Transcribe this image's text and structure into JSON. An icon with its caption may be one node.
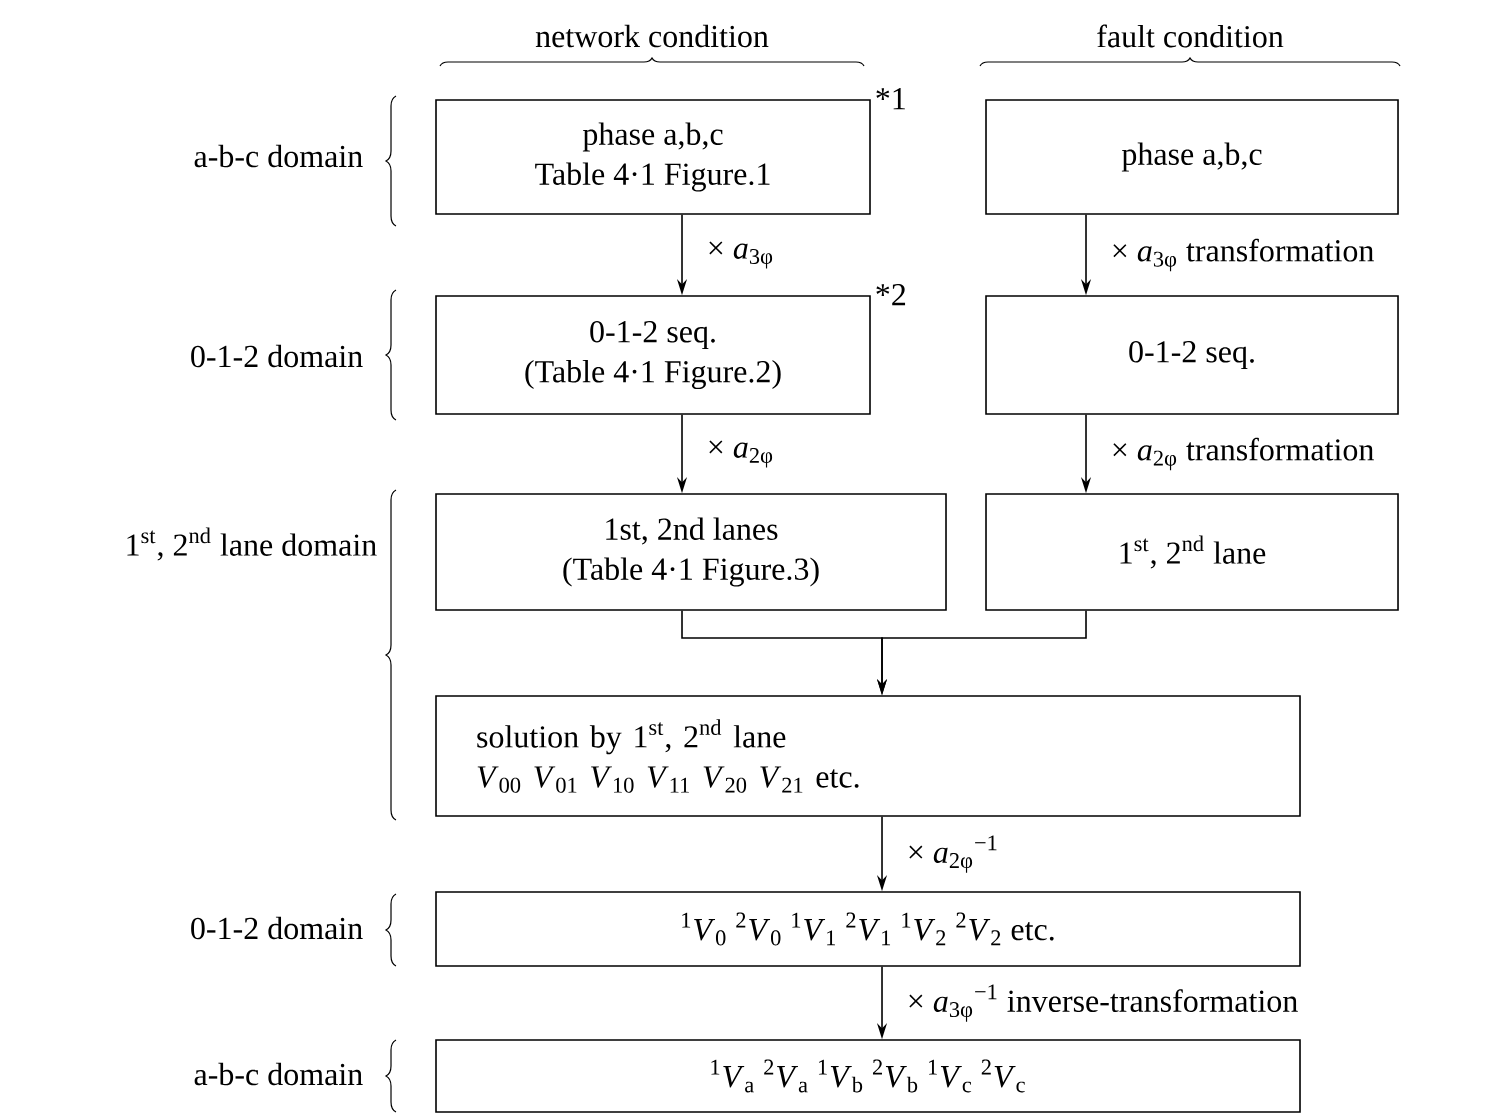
{
  "diagram": {
    "nodes": [
      {
        "text": [
          "phase a,b,c",
          "Table 4·1 Figure.1"
        ],
        "beside": [
          "*1"
        ]
      },
      {
        "text": [
          "phase a,b,c"
        ]
      },
      {
        "text": [
          "0-1-2 seq.",
          "(Table 4·1 Figure.2)"
        ],
        "beside": [
          "*2"
        ]
      },
      {
        "text": [
          "0-1-2 seq."
        ]
      },
      {
        "text": [
          "1st, 2nd lanes",
          "(Table 4·1 Figure.3)"
        ]
      },
      {
        "text": [
          "1$^{st}$, 2$^{nd}$  lane"
        ]
      },
      {
        "text": [
          "solution by  1$^{st}$, 2$^{nd}$ lane",
          "*V*$_{00}$ *V*$_{01}$ *V*$_{10}$ *V*$_{11}$ *V*$_{20}$ *V*$_{21}$ etc."
        ]
      },
      {
        "text": [
          "$^{1}$*V*$_{0}$ $^{2}$*V*$_{0}$ $^{1}$*V*$_{1}$ $^{2}$*V*$_{1}$ $^{1}$*V*$_{2}$ $^{2}$*V*$_{2}$ etc."
        ]
      },
      {
        "text": [
          "$^{1}$*V*$_{a}$ $^{2}$*V*$_{a}$ $^{1}$*V*$_{b}$ $^{2}$*V*$_{b}$ $^{1}$*V*$_{c}$ $^{2}$*V*$_{c}$"
        ]
      }
    ],
    "edges": [
      {
        "from": 0,
        "to": 2,
        "arrow": "to",
        "label": "× *a*$_{3φ}$"
      },
      {
        "from": 1,
        "to": 3,
        "arrow": "to",
        "label": "× *a*$_{3φ}$ transformation"
      },
      {
        "from": 2,
        "to": 4,
        "arrow": "to",
        "label": "× *a*$_{2φ}$"
      },
      {
        "from": 3,
        "to": 5,
        "arrow": "to",
        "label": "× *a*$_{2φ}$ transformation"
      },
      {
        "from": 4,
        "to": 6,
        "arrow": "to"
      },
      {
        "from": 5,
        "to": 6,
        "arrow": "to"
      },
      {
        "from": 6,
        "to": 7,
        "arrow": "to",
        "label": "× *a*$_{2φ}$$^{−1}$"
      },
      {
        "from": 7,
        "to": 8,
        "arrow": "to",
        "label": "× *a*$_{3φ}$$^{−1}$ inverse-transformation"
      }
    ],
    "labels": [
      "network condition",
      "fault condition",
      "a-b-c domain",
      "0-1-2 domain",
      "1$^{st}$, 2$^{nd}$ lane domain",
      "0-1-2 domain",
      "a-b-c domain"
    ]
  }
}
